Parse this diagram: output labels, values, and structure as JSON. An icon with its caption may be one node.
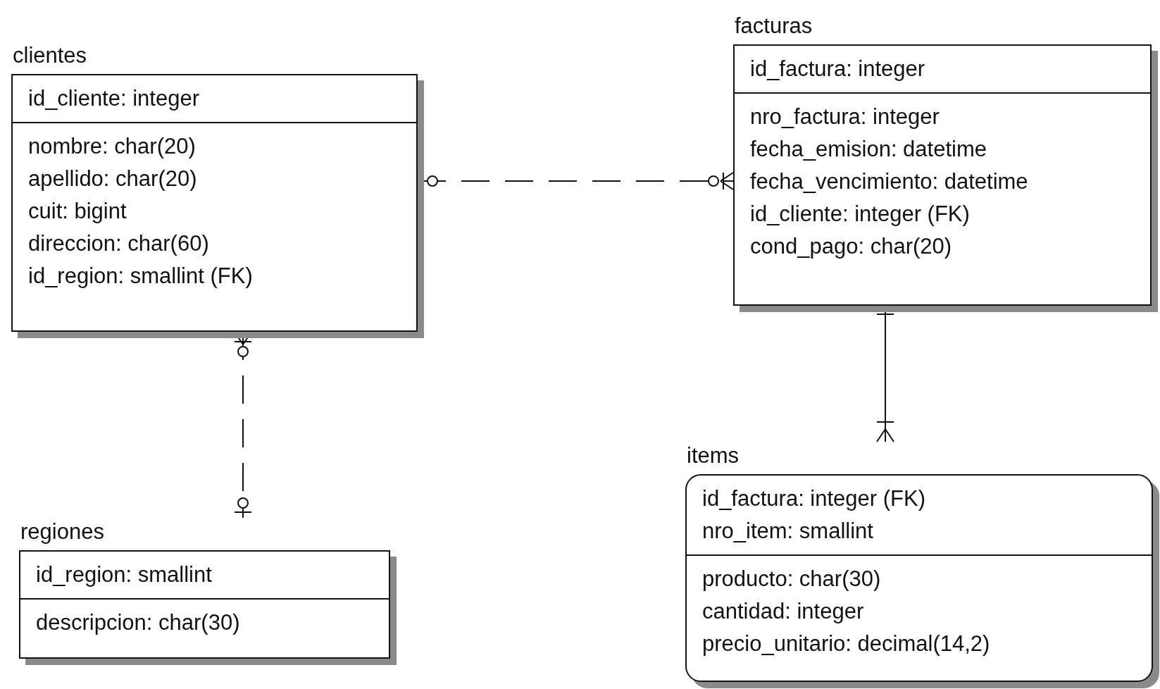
{
  "diagram": {
    "nodes": [
      {
        "text": [
          "clientes",
          "id_cliente: integer",
          "nombre: char(20)",
          "apellido: char(20)",
          "cuit: bigint",
          "direccion: char(60)",
          "id_region: smallint (FK)"
        ]
      },
      {
        "text": [
          "facturas",
          "id_factura: integer",
          "nro_factura: integer",
          "fecha_emision: datetime",
          "fecha_vencimiento: datetime",
          "id_cliente: integer (FK)",
          "cond_pago: char(20)"
        ]
      },
      {
        "text": [
          "regiones",
          "id_region: smallint",
          "descripcion: char(30)"
        ]
      },
      {
        "text": [
          "items",
          "id_factura: integer (FK)",
          "nro_item: smallint",
          "producto: char(30)",
          "cantidad: integer",
          "precio_unitario: decimal(14,2)"
        ]
      }
    ],
    "edges": [
      {
        "from": 0,
        "to": 1,
        "arrow": "other",
        "style": "dashed"
      },
      {
        "from": 0,
        "to": 2,
        "arrow": "other",
        "style": "dashed"
      },
      {
        "from": 1,
        "to": 3,
        "arrow": "other"
      }
    ]
  }
}
